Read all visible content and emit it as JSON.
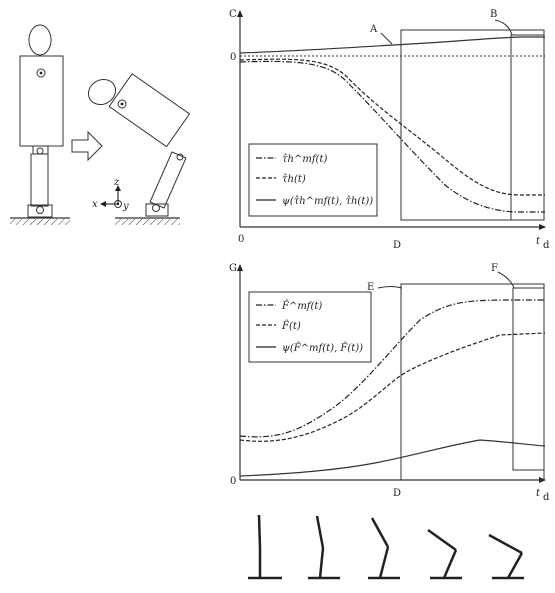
{
  "top_chart": {
    "ylabel_top": "C",
    "ylabel_zero": "0",
    "x_origin": "0",
    "x_mid": "D",
    "x_end": "t",
    "x_end_sub": "d",
    "label_a": "A",
    "label_b": "B",
    "legend": [
      {
        "style": "dash-dot",
        "text": "τ̂h^mf(t)"
      },
      {
        "style": "dashed",
        "text": "τ̂h(t)"
      },
      {
        "style": "solid",
        "text": "ψ(τ̂h^mf(t), τ̂h(t))"
      }
    ]
  },
  "bottom_chart": {
    "ylabel_top": "G",
    "ylabel_zero": "0",
    "x_mid": "D",
    "x_end": "t",
    "x_end_sub": "d",
    "label_e": "E",
    "label_f": "F",
    "legend": [
      {
        "style": "dash-dot",
        "text": "F̂^mf(t)"
      },
      {
        "style": "dashed",
        "text": "F̂(t)"
      },
      {
        "style": "solid",
        "text": "ψ(F̂^mf(t), F̂(t))"
      }
    ]
  },
  "figure_axes": {
    "z": "z",
    "x": "x",
    "y": "y"
  },
  "colors": {
    "ink": "#222222",
    "background": "#ffffff"
  }
}
